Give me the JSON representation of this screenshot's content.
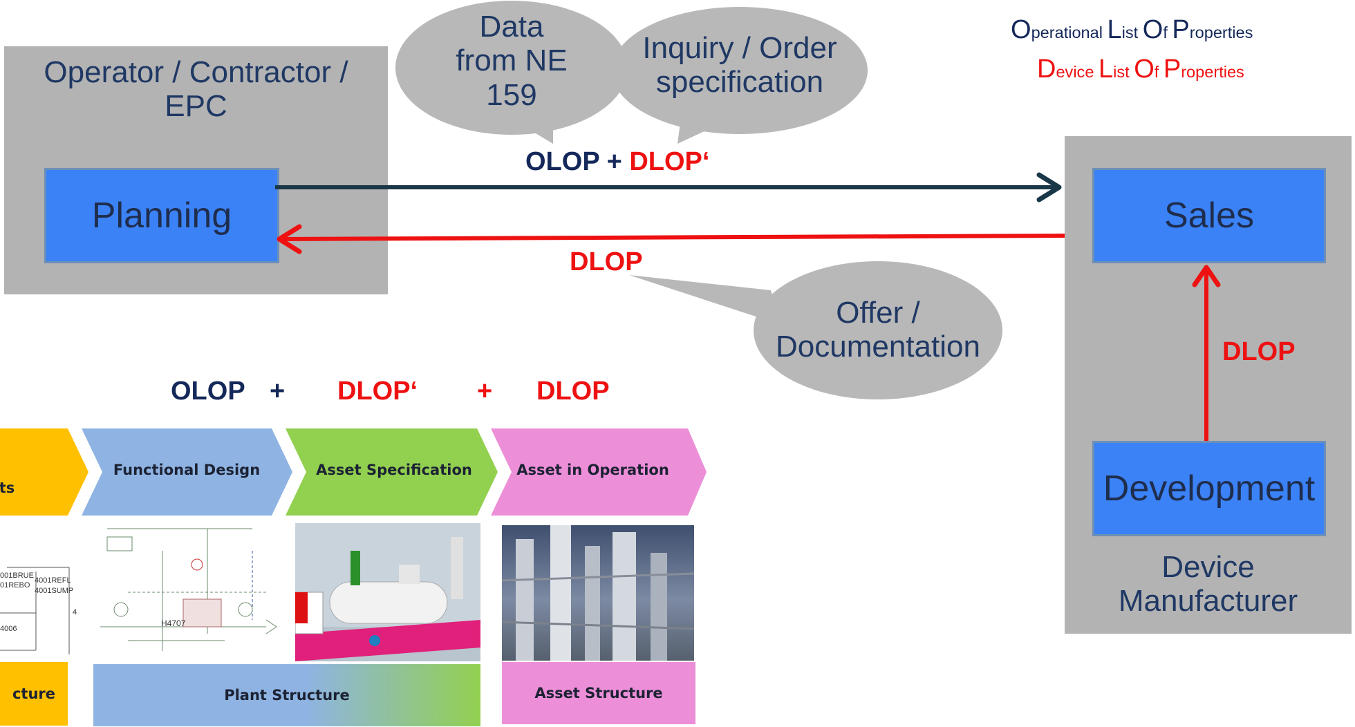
{
  "legend": {
    "olop": [
      "O",
      "perational ",
      "L",
      "ist ",
      "O",
      "f ",
      "P",
      "roperties"
    ],
    "dlop": [
      "D",
      "evice ",
      "L",
      "ist ",
      "O",
      "f ",
      "P",
      "roperties"
    ]
  },
  "operator": {
    "title_line1": "Operator / Contractor /",
    "title_line2": "EPC",
    "planning_label": "Planning"
  },
  "manufacturer": {
    "sales_label": "Sales",
    "development_label": "Development",
    "caption_line1": "Device",
    "caption_line2": "Manufacturer"
  },
  "bubbles": {
    "data": [
      "Data",
      "from NE",
      "159"
    ],
    "inquiry": [
      "Inquiry / Order",
      "specification"
    ],
    "offer": [
      "Offer /",
      "Documentation"
    ]
  },
  "flows": {
    "forward_part1": "OLOP",
    "forward_plus": "+",
    "forward_part2": "DLOP‘",
    "return_label": "DLOP",
    "vertical_label": "DLOP"
  },
  "formula": {
    "olop": "OLOP",
    "plus1": "+",
    "dlop_prime": "DLOP‘",
    "plus2": "+",
    "dlop": "DLOP"
  },
  "lifecycle": {
    "phase0": "ts",
    "phase1": "Functional Design",
    "phase2": "Asset Specification",
    "phase3": "Asset in Operation",
    "band0": "cture",
    "band1": "Plant Structure",
    "band2": "Asset Structure",
    "left_schematic": [
      "001BRUE",
      "4001REFL",
      "01REBO",
      "4001SUMP",
      "4006",
      "4"
    ],
    "pid_tag": "H4707"
  },
  "colors": {
    "gray_box": "#b3b3b3",
    "blue_box": "#3b82f6",
    "navy": "#14285a",
    "red": "#ee1111",
    "arrow_navy": "#1a3748",
    "chevron_yellow": "#ffc000",
    "chevron_blue": "#8fb4e3",
    "chevron_green": "#92d050",
    "chevron_pink": "#ec8fd8"
  }
}
